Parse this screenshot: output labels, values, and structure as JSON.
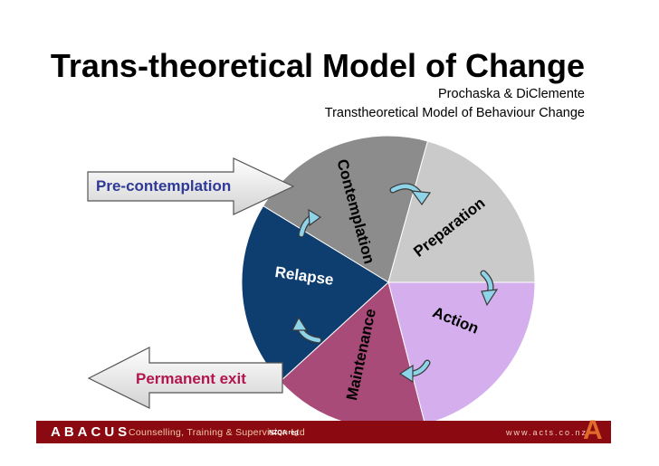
{
  "title": "Trans-theoretical Model of Change",
  "subtitle_line1": "Prochaska & DiClemente",
  "subtitle_line2": "Transtheoretical Model of Behaviour Change",
  "stages": {
    "contemplation": "Contemplation",
    "preparation": "Preparation",
    "action": "Action",
    "maintenance": "Maintenance",
    "relapse": "Relapse"
  },
  "entry_arrow_label": "Pre-contemplation",
  "exit_arrow_label": "Permanent exit",
  "colors": {
    "contemplation": "#8c8c8c",
    "preparation": "#cacaca",
    "action": "#d5aeee",
    "maintenance": "#a84b79",
    "relapse": "#0e3e70",
    "entry_text": "#2e3a96",
    "exit_text": "#b3154f",
    "cycle_arrow": "#8fd3e8",
    "footer": "#8b0a12"
  },
  "footer": {
    "brand": "ABACUS",
    "tagline": "Counselling, Training & Supervision Ltd",
    "accreditation": "NZQA reg",
    "url": "www.acts.co.nz",
    "logo_letter": "A"
  }
}
